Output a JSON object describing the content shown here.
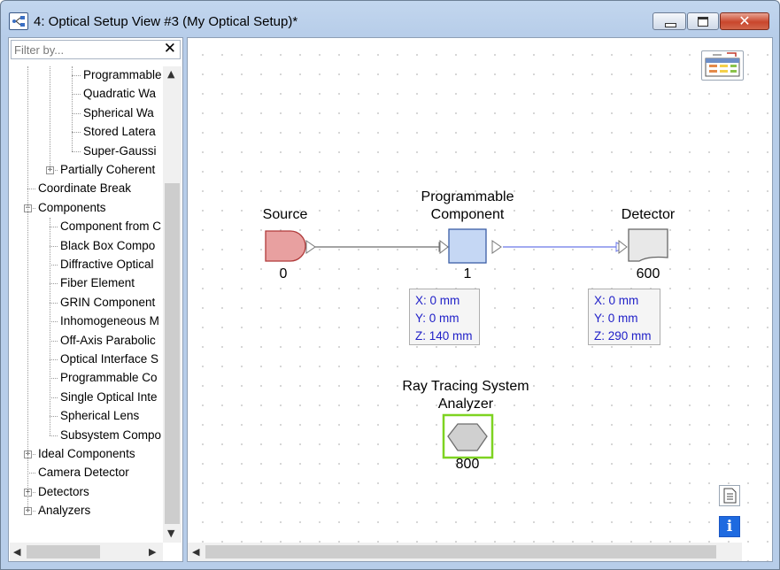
{
  "window": {
    "title": "4: Optical Setup View #3 (My Optical Setup)*",
    "close_glyph": "✕"
  },
  "filter": {
    "placeholder": "Filter by...",
    "value": "",
    "clear_glyph": "✕"
  },
  "tree": {
    "items": [
      {
        "label": "Programmable",
        "indent": 3
      },
      {
        "label": "Quadratic Wa",
        "indent": 3
      },
      {
        "label": "Spherical Wa",
        "indent": 3
      },
      {
        "label": "Stored Latera",
        "indent": 3
      },
      {
        "label": "Super-Gaussi",
        "indent": 3
      },
      {
        "label": "Partially Coherent",
        "indent": 2,
        "expander": "+"
      },
      {
        "label": "Coordinate Break",
        "indent": 1
      },
      {
        "label": "Components",
        "indent": 1,
        "expander": "−"
      },
      {
        "label": "Component from C",
        "indent": 2
      },
      {
        "label": "Black Box Compo",
        "indent": 2
      },
      {
        "label": "Diffractive Optical",
        "indent": 2
      },
      {
        "label": "Fiber Element",
        "indent": 2
      },
      {
        "label": "GRIN Component",
        "indent": 2
      },
      {
        "label": "Inhomogeneous M",
        "indent": 2
      },
      {
        "label": "Off-Axis Parabolic",
        "indent": 2
      },
      {
        "label": "Optical Interface S",
        "indent": 2
      },
      {
        "label": "Programmable Co",
        "indent": 2
      },
      {
        "label": "Single Optical Inte",
        "indent": 2
      },
      {
        "label": "Spherical Lens",
        "indent": 2
      },
      {
        "label": "Subsystem Compo",
        "indent": 2
      },
      {
        "label": "Ideal Components",
        "indent": 1,
        "expander": "+"
      },
      {
        "label": "Camera Detector",
        "indent": 1
      },
      {
        "label": "Detectors",
        "indent": 1,
        "expander": "+"
      },
      {
        "label": "Analyzers",
        "indent": 1,
        "expander": "+"
      }
    ]
  },
  "scroll_arrows": {
    "up": "▲",
    "down": "▼",
    "left": "◀",
    "right": "▶"
  },
  "canvas": {
    "source": {
      "label": "Source",
      "number": "0",
      "color": "#e8a0a0"
    },
    "component": {
      "label_line1": "Programmable",
      "label_line2": "Component",
      "number": "1",
      "coords": {
        "x": "X: 0 mm",
        "y": "Y: 0 mm",
        "z": "Z: 140 mm"
      }
    },
    "detector": {
      "label": "Detector",
      "number": "600",
      "coords": {
        "x": "X: 0 mm",
        "y": "Y: 0 mm",
        "z": "Z: 290 mm"
      }
    },
    "analyzer": {
      "label_line1": "Ray Tracing System",
      "label_line2": "Analyzer",
      "number": "800",
      "highlight_color": "#7ed321"
    },
    "link_colors": {
      "source_to_component": "#6e6e6e",
      "component_to_detector": "#6b78e8"
    },
    "icons": {
      "top_right": "table-settings-icon",
      "document": "document-icon",
      "info": "info-icon",
      "info_glyph": "i"
    }
  }
}
